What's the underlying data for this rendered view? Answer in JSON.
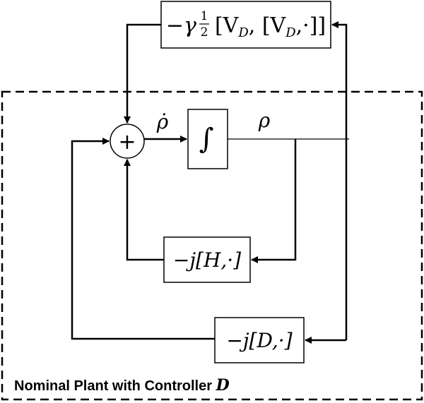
{
  "diagram": {
    "caption": {
      "prefix": "Nominal Plant with Controller ",
      "symbol": "D"
    },
    "blocks": {
      "dissipator": {
        "minus": "−",
        "gamma": "γ",
        "frac_num": "1",
        "frac_den": "2",
        "expr": "[V",
        "sub1": "D",
        "mid": ", [V",
        "sub2": "D",
        "tail": ",·]]"
      },
      "integrator": {
        "symbol": "∫"
      },
      "hamiltonian": {
        "text": "−j[H,·]"
      },
      "controller": {
        "text": "−j[D,·]"
      }
    },
    "summing_junction": {
      "symbol": "+"
    },
    "signals": {
      "rho_dot": "ρ̇",
      "rho": "ρ"
    },
    "colors": {
      "stroke": "#000000",
      "background": "#ffffff"
    }
  }
}
